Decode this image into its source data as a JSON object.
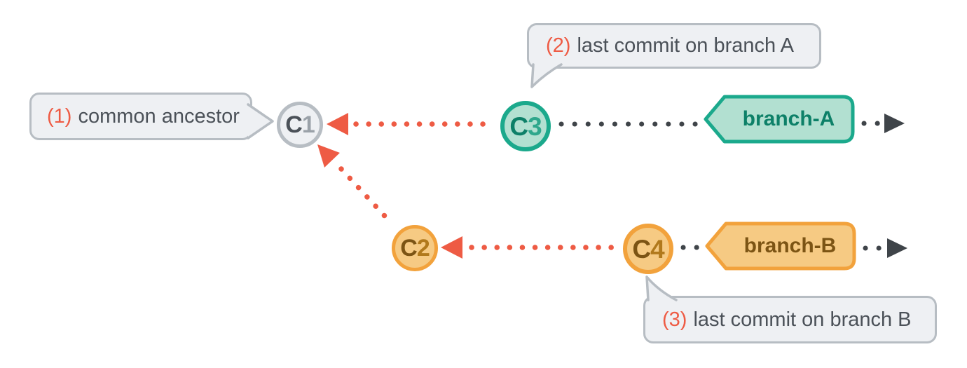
{
  "colors": {
    "red": "#ee5b44",
    "ink": "#3f4449",
    "gray_border": "#b7bdc3",
    "gray_fill": "#eef0f3",
    "gray_text": "#4b5158",
    "gray_digit": "#9aa1a8",
    "teal_border": "#1ba98c",
    "teal_fill": "#b2e0d1",
    "teal_text": "#0d8068",
    "teal_digit": "#2ea78c",
    "orange_border": "#f2a23c",
    "orange_fill": "#f6ca83",
    "orange_text": "#7c5414",
    "orange_digit": "#b1791c"
  },
  "callouts": [
    {
      "number": "(1)",
      "text": "common ancestor"
    },
    {
      "number": "(2)",
      "text": "last commit on branch A"
    },
    {
      "number": "(3)",
      "text": "last commit on branch B"
    }
  ],
  "commits": [
    {
      "id": "C1",
      "letter": "C",
      "digit": "1"
    },
    {
      "id": "C2",
      "letter": "C",
      "digit": "2"
    },
    {
      "id": "C3",
      "letter": "C",
      "digit": "3"
    },
    {
      "id": "C4",
      "letter": "C",
      "digit": "4"
    }
  ],
  "branches": [
    {
      "label": "branch-A"
    },
    {
      "label": "branch-B"
    }
  ],
  "edges": [
    {
      "from": "C3",
      "to": "C1",
      "style": "red-dotted-arrow"
    },
    {
      "from": "C2",
      "to": "C1",
      "style": "red-dotted-arrow"
    },
    {
      "from": "C4",
      "to": "C2",
      "style": "red-dotted-arrow"
    },
    {
      "from": "C3",
      "to": "branch-A",
      "style": "dark-dotted"
    },
    {
      "from": "C4",
      "to": "branch-B",
      "style": "dark-dotted"
    }
  ],
  "icons": {
    "merge_arrowhead": "left-pointing triangle",
    "timeline_arrowhead": "right-pointing triangle"
  }
}
